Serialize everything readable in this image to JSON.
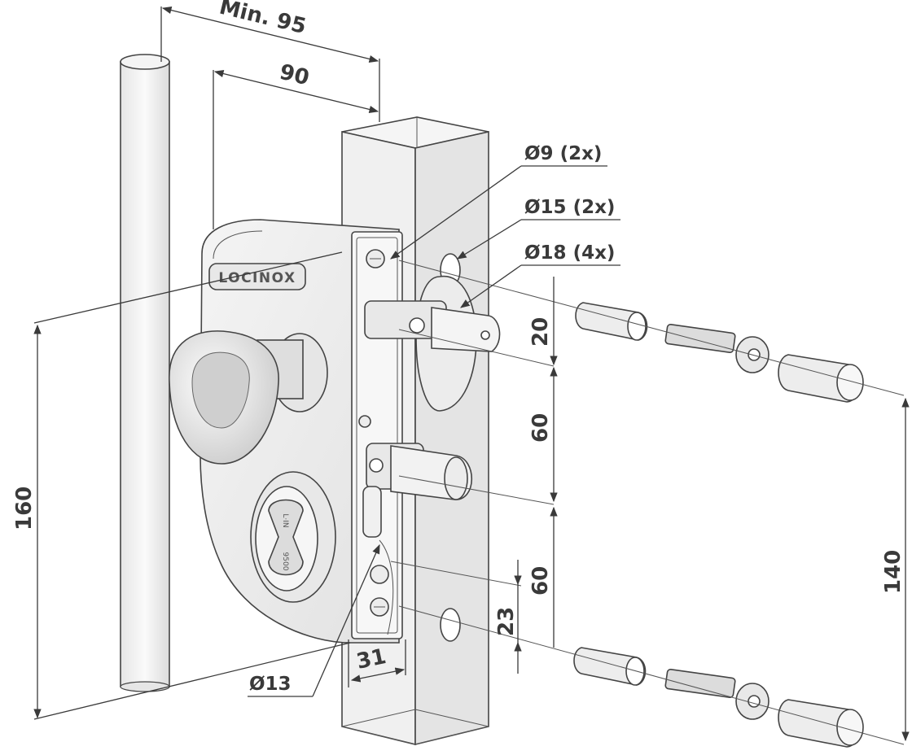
{
  "brand": "LOCINOX",
  "cylinder_marks": {
    "top": "L·IN",
    "bottom": "9500"
  },
  "dimensions": {
    "min_distance": "Min. 95",
    "width": "90",
    "total_height": "160",
    "screw_bolt": "Ø9 (2x)",
    "bushing_15": "Ø15 (2x)",
    "bushing_18": "Ø18 (4x)",
    "spacing_20": "20",
    "spacing_60_upper": "60",
    "spacing_60_lower": "60",
    "spacing_23": "23",
    "hole_spacing": "140",
    "hole_13": "Ø13",
    "profile_31": "31"
  },
  "colors": {
    "line": "#3a3a3a",
    "metal": "#f2f2f2",
    "shade": "#d9d9d9"
  }
}
